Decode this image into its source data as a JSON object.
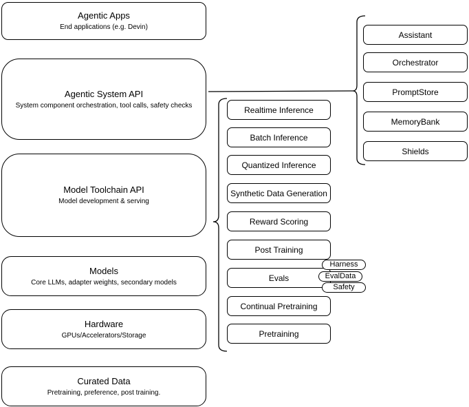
{
  "diagram": {
    "left_stack": [
      {
        "title": "Agentic Apps",
        "subtitle": "End applications (e.g. Devin)"
      },
      {
        "title": "Agentic System API",
        "subtitle": "System component orchestration, tool calls, safety checks"
      },
      {
        "title": "Model Toolchain API",
        "subtitle": "Model development & serving"
      },
      {
        "title": "Models",
        "subtitle": "Core LLMs, adapter weights, secondary models"
      },
      {
        "title": "Hardware",
        "subtitle": "GPUs/Accelerators/Storage"
      },
      {
        "title": "Curated Data",
        "subtitle": "Pretraining, preference, post training."
      }
    ],
    "toolchain_items": [
      "Realtime Inference",
      "Batch Inference",
      "Quantized Inference",
      "Synthetic Data Generation",
      "Reward Scoring",
      "Post Training",
      "Evals",
      "Continual Pretraining",
      "Pretraining"
    ],
    "evals_tags": [
      "Harness",
      "EvalData",
      "Safety"
    ],
    "system_components": [
      "Assistant",
      "Orchestrator",
      "PromptStore",
      "MemoryBank",
      "Shields"
    ],
    "colors": {
      "background": "#ffffff",
      "box_fill": "#ffffff",
      "border": "#000000",
      "text": "#000000"
    }
  }
}
